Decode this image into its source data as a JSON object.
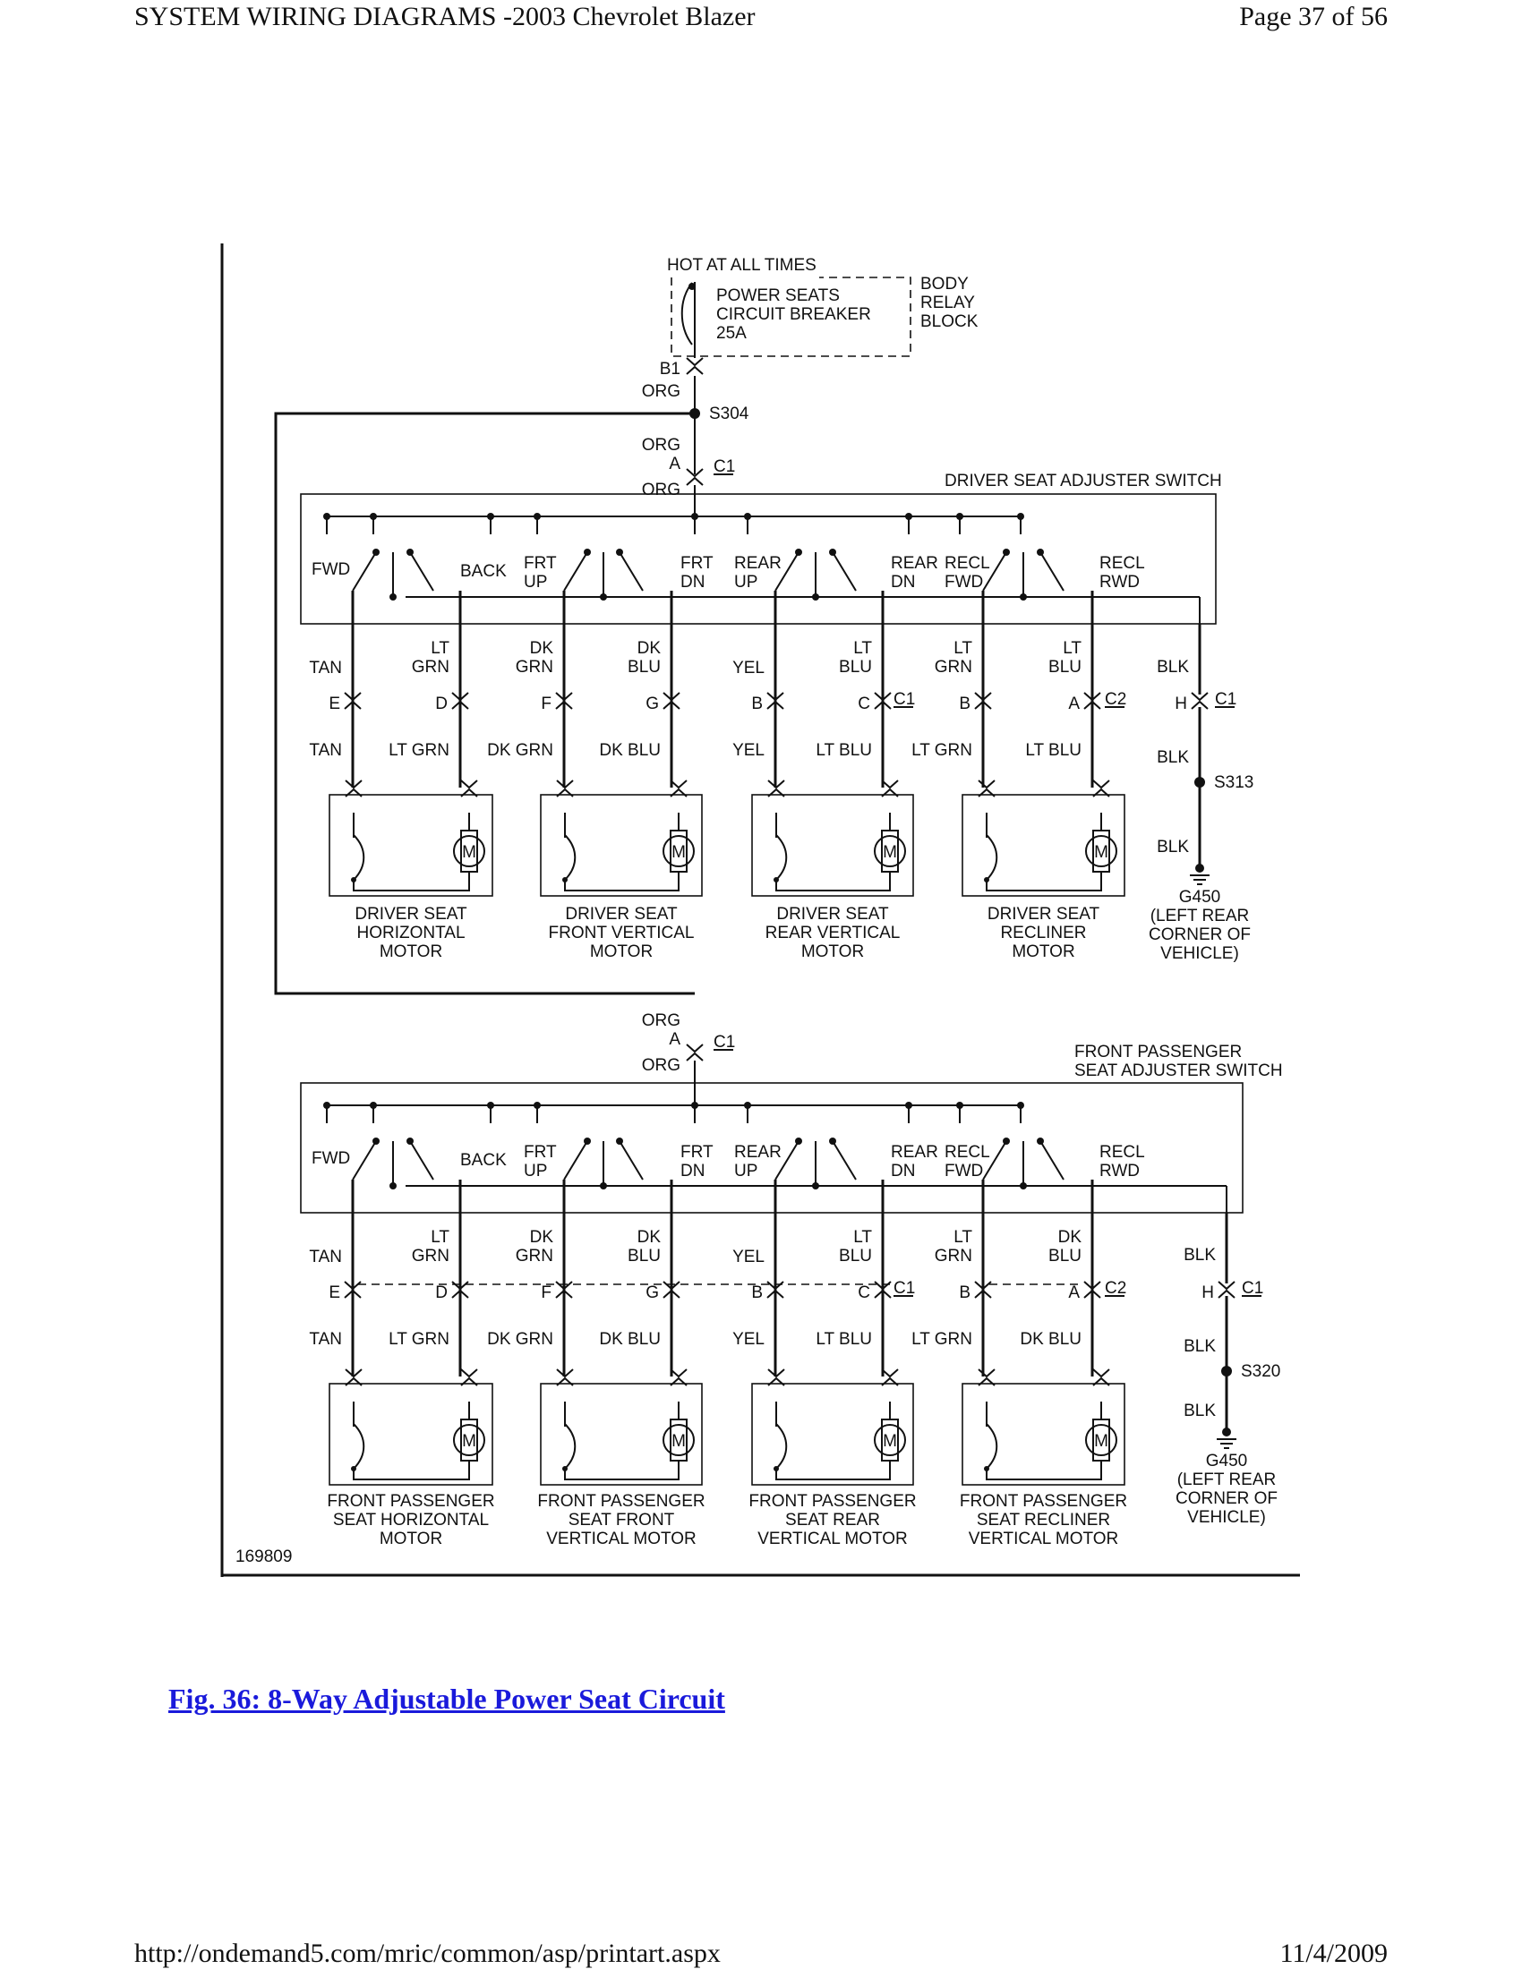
{
  "header": {
    "title": "SYSTEM WIRING DIAGRAMS -2003 Chevrolet Blazer",
    "page": "Page 37 of 56"
  },
  "footer": {
    "url": "http://ondemand5.com/mric/common/asp/printart.aspx",
    "date": "11/4/2009"
  },
  "caption": "Fig. 36: 8-Way Adjustable Power Seat Circuit",
  "diagram": {
    "hot_label": "HOT AT ALL TIMES",
    "breaker": [
      "POWER SEATS",
      "CIRCUIT BREAKER",
      "25A"
    ],
    "relay_block": [
      "BODY",
      "RELAY",
      "BLOCK"
    ],
    "b1": "B1",
    "org": "ORG",
    "splice_top": "S304",
    "pin_a": "A",
    "c1": "C1",
    "c2": "C2",
    "driver_switch_title": "DRIVER SEAT ADJUSTER SWITCH",
    "passenger_switch_title": [
      "FRONT PASSENGER",
      "SEAT ADJUSTER SWITCH"
    ],
    "switch_labels": {
      "fwd": "FWD",
      "back": "BACK",
      "frt_up": [
        "FRT",
        "UP"
      ],
      "frt_dn": [
        "FRT",
        "DN"
      ],
      "rear_up": [
        "REAR",
        "UP"
      ],
      "rear_dn": [
        "REAR",
        "DN"
      ],
      "recl_fwd": [
        "RECL",
        "FWD"
      ],
      "recl_rwd": [
        "RECL",
        "RWD"
      ]
    },
    "driver_wires_top": [
      [
        "TAN"
      ],
      [
        "LT",
        "GRN"
      ],
      [
        "DK",
        "GRN"
      ],
      [
        "DK",
        "BLU"
      ],
      [
        "YEL"
      ],
      [
        "LT",
        "BLU"
      ],
      [
        "LT",
        "GRN"
      ],
      [
        "LT",
        "BLU"
      ]
    ],
    "passenger_wires_top": [
      [
        "TAN"
      ],
      [
        "LT",
        "GRN"
      ],
      [
        "DK",
        "GRN"
      ],
      [
        "DK",
        "BLU"
      ],
      [
        "YEL"
      ],
      [
        "LT",
        "BLU"
      ],
      [
        "LT",
        "GRN"
      ],
      [
        "DK",
        "BLU"
      ]
    ],
    "driver_wires_bottom": [
      "TAN",
      "LT GRN",
      "DK GRN",
      "DK BLU",
      "YEL",
      "LT BLU",
      "LT GRN",
      "LT BLU"
    ],
    "passenger_wires_bottom": [
      "TAN",
      "LT GRN",
      "DK GRN",
      "DK BLU",
      "YEL",
      "LT BLU",
      "LT GRN",
      "DK BLU"
    ],
    "pins": [
      "E",
      "D",
      "F",
      "G",
      "B",
      "C",
      "B",
      "A"
    ],
    "blk": "BLK",
    "pin_h": "H",
    "driver_splice_gnd": "S313",
    "passenger_splice_gnd": "S320",
    "motor_symbol": "M",
    "ground": [
      "G450",
      "(LEFT REAR",
      "CORNER OF",
      "VEHICLE)"
    ],
    "driver_motors": [
      [
        "DRIVER SEAT",
        "HORIZONTAL",
        "MOTOR"
      ],
      [
        "DRIVER SEAT",
        "FRONT VERTICAL",
        "MOTOR"
      ],
      [
        "DRIVER SEAT",
        "REAR VERTICAL",
        "MOTOR"
      ],
      [
        "DRIVER SEAT",
        "RECLINER",
        "MOTOR"
      ]
    ],
    "passenger_motors": [
      [
        "FRONT PASSENGER",
        "SEAT HORIZONTAL",
        "MOTOR"
      ],
      [
        "FRONT PASSENGER",
        "SEAT FRONT",
        "VERTICAL MOTOR"
      ],
      [
        "FRONT PASSENGER",
        "SEAT REAR",
        "VERTICAL MOTOR"
      ],
      [
        "FRONT PASSENGER",
        "SEAT RECLINER",
        "VERTICAL MOTOR"
      ]
    ],
    "figure_number": "169809"
  }
}
